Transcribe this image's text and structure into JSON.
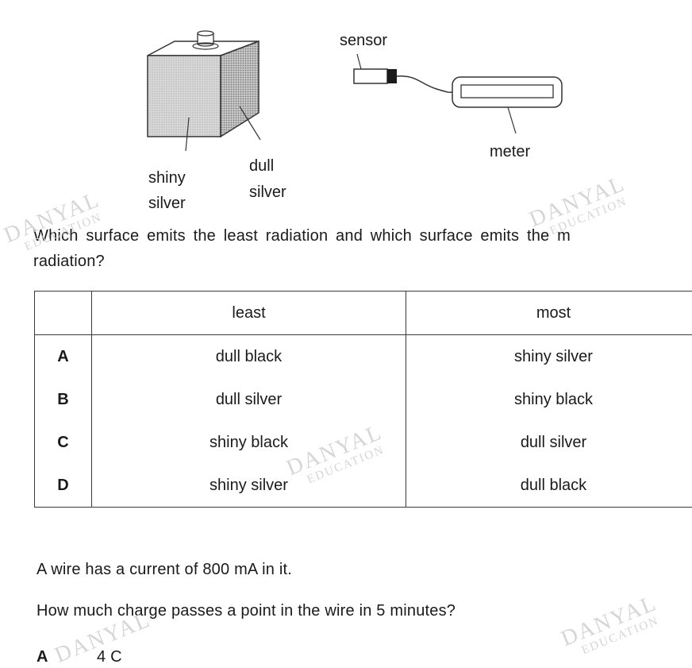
{
  "diagram": {
    "surface_shiny_silver": [
      "shiny",
      "silver"
    ],
    "surface_dull_silver": [
      "dull",
      "silver"
    ],
    "sensor_label": "sensor",
    "meter_label": "meter"
  },
  "question1": {
    "text_line1": "Which surface emits the least radiation and which surface emits the m",
    "text_line2": "radiation?",
    "table": {
      "headers": [
        "",
        "least",
        "most"
      ],
      "rows": [
        {
          "key": "A",
          "least": "dull black",
          "most": "shiny silver"
        },
        {
          "key": "B",
          "least": "dull silver",
          "most": "shiny black"
        },
        {
          "key": "C",
          "least": "shiny black",
          "most": "dull silver"
        },
        {
          "key": "D",
          "least": "shiny silver",
          "most": "dull black"
        }
      ]
    }
  },
  "question2": {
    "text_line1": "A wire has a current of 800 mA in it.",
    "text_line2": "How much charge passes a point in the wire in 5 minutes?",
    "options": [
      {
        "key": "A",
        "value": "4 C"
      }
    ]
  },
  "watermark": {
    "line1": "DANYAL",
    "line2": "EDUCATION"
  }
}
